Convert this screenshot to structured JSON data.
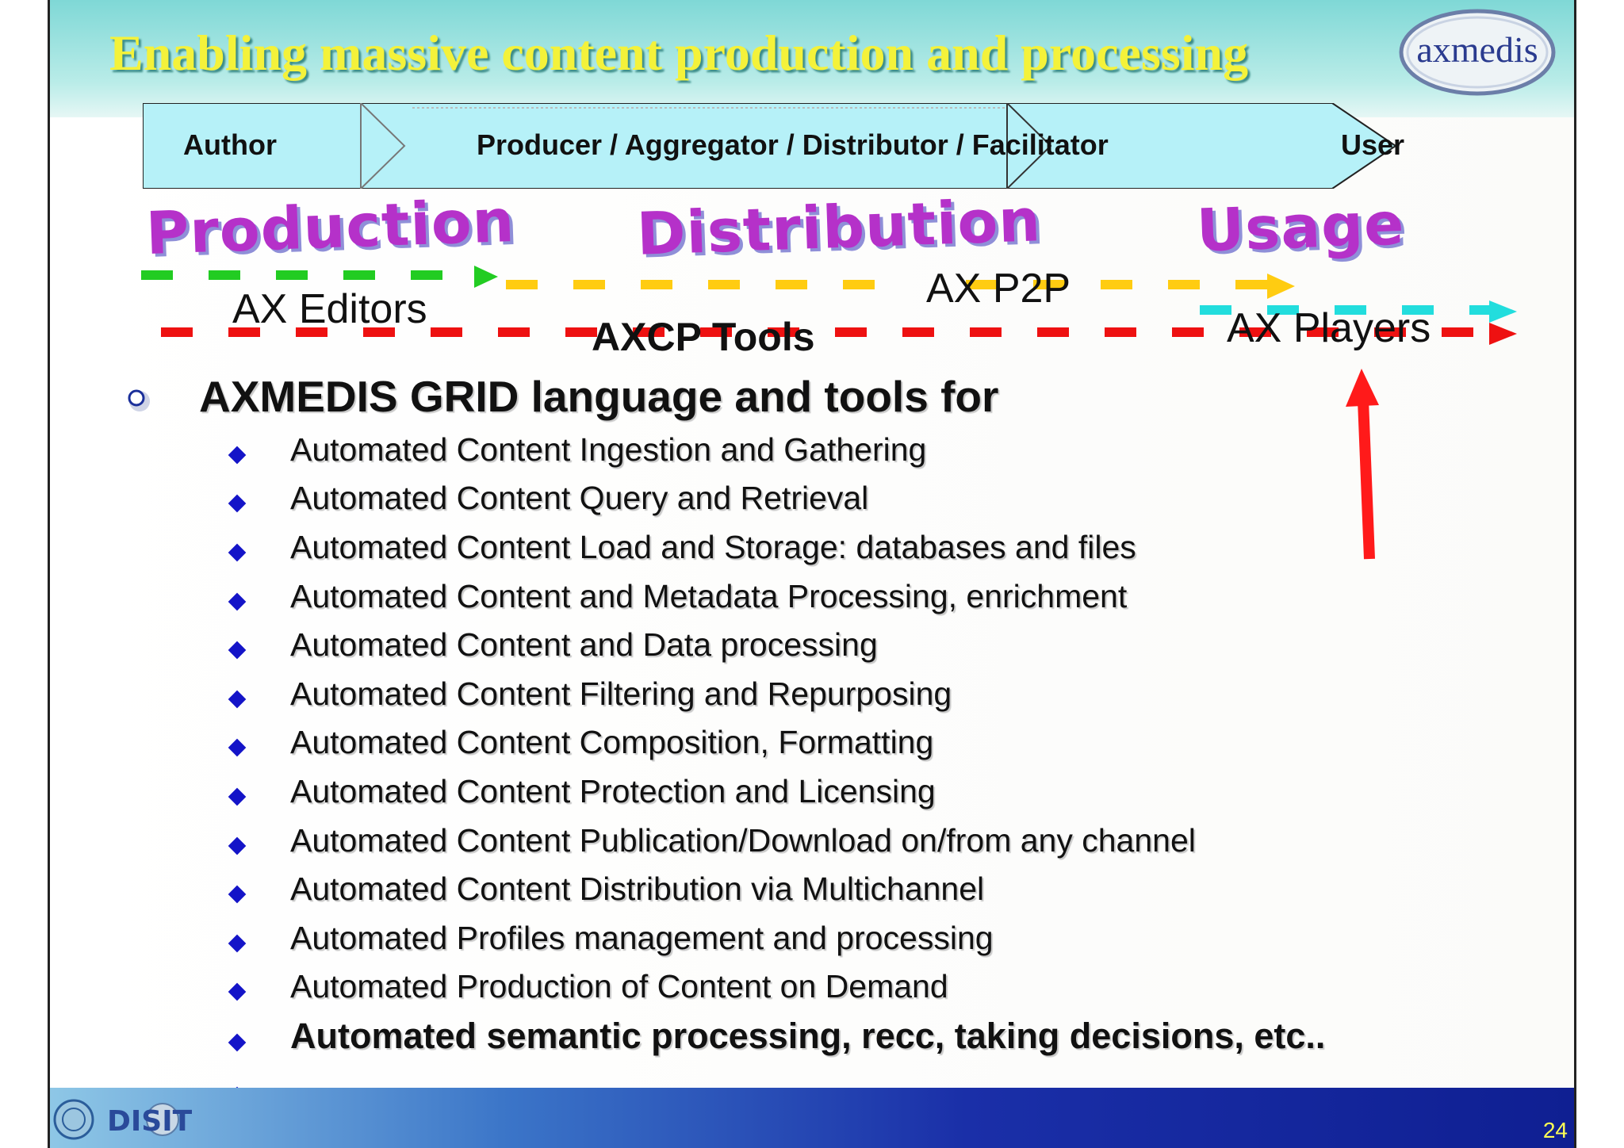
{
  "slide": {
    "title": "Enabling massive content production and processing",
    "logo_text": "axmedis",
    "page_number": "24",
    "footer_logo_text": "DISIT"
  },
  "stages": [
    "Author",
    "Producer / Aggregator / Distributor / Facilitator",
    "User"
  ],
  "phases": [
    "Production",
    "Distribution",
    "Usage"
  ],
  "tools": {
    "editors": "AX Editors",
    "p2p": "AX P2P",
    "axcp": "AXCP Tools",
    "players": "AX Players"
  },
  "heading": "AXMEDIS GRID language and tools for",
  "items": [
    "Automated Content Ingestion and Gathering",
    "Automated Content Query and Retrieval",
    "Automated Content Load and Storage: databases and files",
    "Automated Content and Metadata Processing, enrichment",
    "Automated Content and Data processing",
    "Automated Content Filtering and Repurposing",
    "Automated Content Composition, Formatting",
    "Automated Content Protection and Licensing",
    "Automated Content Publication/Download on/from any channel",
    "Automated Content Distribution via Multichannel",
    "Automated Profiles management and processing",
    "Automated Production of Content on Demand",
    "Automated semantic processing, recc, taking decisions, etc..",
    "….."
  ],
  "colors": {
    "title": "#f4f23a",
    "phase": "#b531c9",
    "bullet": "#1414c8",
    "arrow_red": "#ff1a1a",
    "dash_green": "#22cc22",
    "dash_yellow": "#ffcc11",
    "dash_cyan": "#22dddd",
    "dash_red": "#ee1111"
  }
}
